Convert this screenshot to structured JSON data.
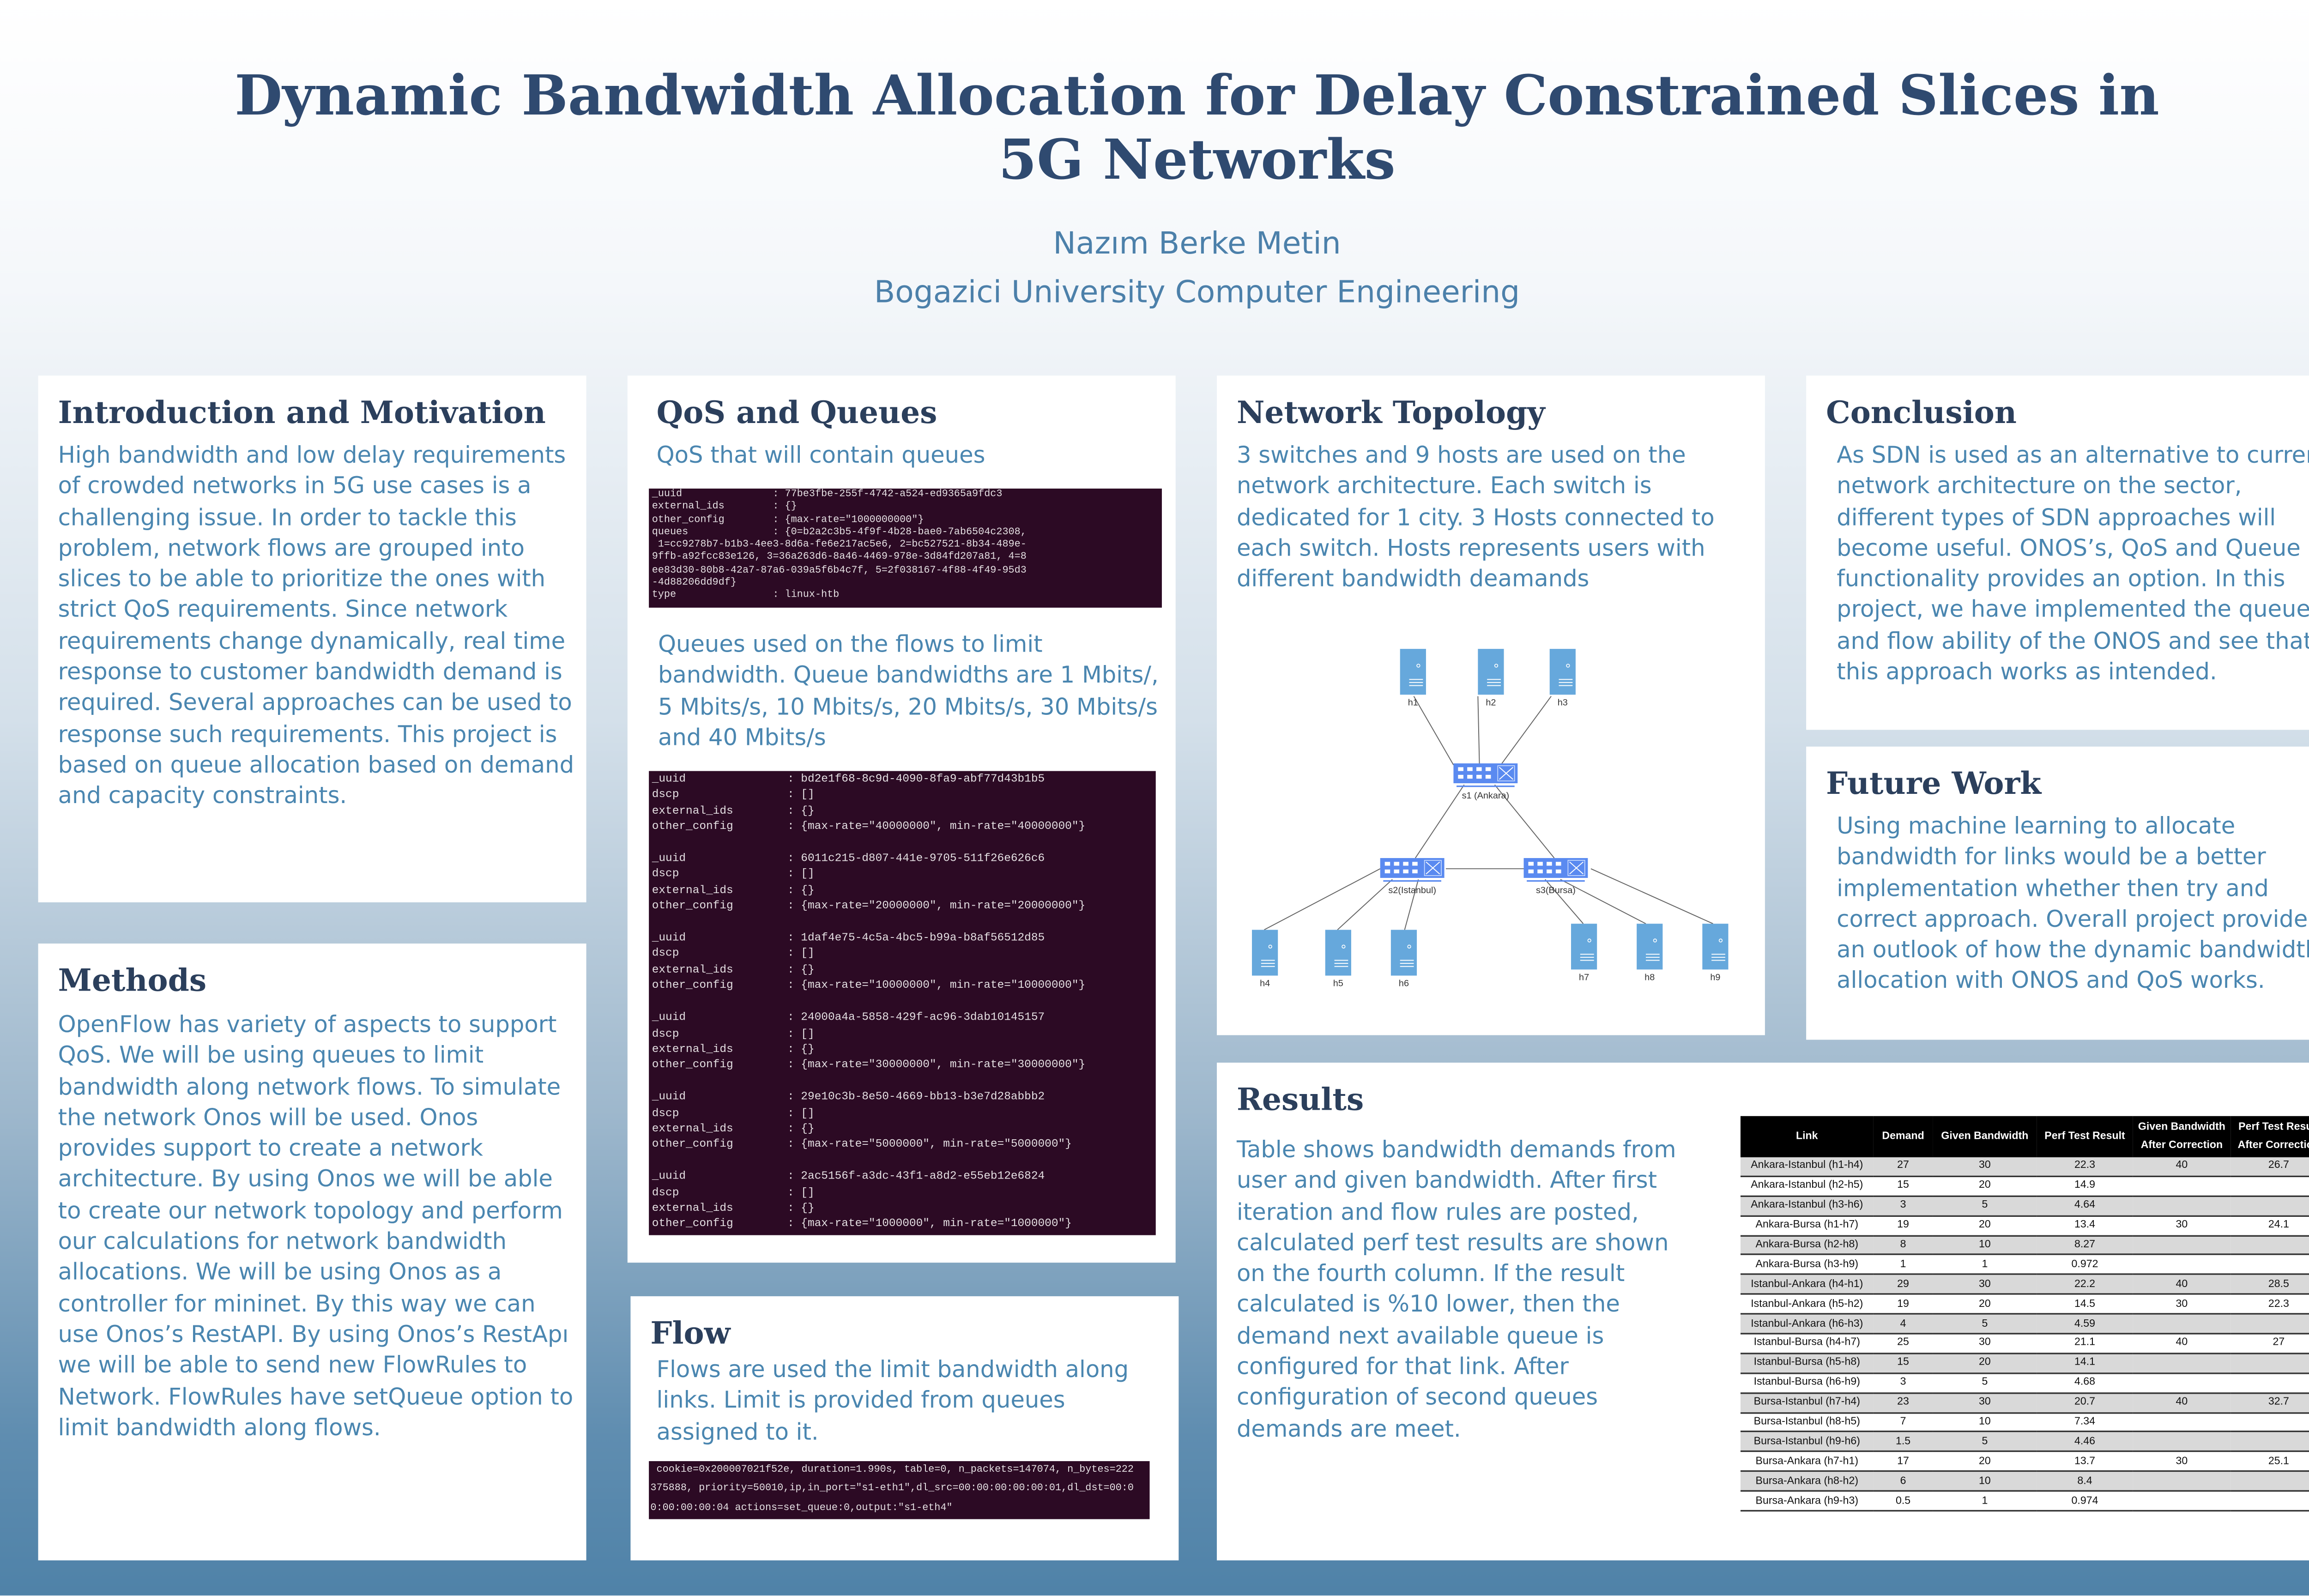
{
  "header": {
    "title_line1": "Dynamic Bandwidth Allocation for Delay Constrained Slices in",
    "title_line2": "5G Networks",
    "author": "Nazım Berke Metin",
    "affiliation": "Bogazici University Computer Engineering"
  },
  "intro": {
    "heading": "Introduction and Motivation",
    "text": "High bandwidth and low delay requirements of crowded networks in 5G use cases is a challenging issue. In order to tackle this problem, network flows are grouped into slices to be able to prioritize the ones with strict QoS requirements. Since network requirements change dynamically, real time response to customer bandwidth demand is required. Several approaches can be used to response such requirements. This project is based on queue allocation based on demand and capacity constraints."
  },
  "methods": {
    "heading": "Methods",
    "text": "OpenFlow has variety of aspects to support QoS. We will be using queues to limit bandwidth along network flows. To simulate the network Onos will be used. Onos provides support to create a network architecture. By using Onos we will be able to create our network topology and perform our calculations for network bandwidth allocations. We will be using Onos as a controller for mininet. By this way we can use Onos’s RestAPI. By using Onos’s RestApı we will be able to send new FlowRules to Network. FlowRules have setQueue option to limit bandwidth along flows."
  },
  "qos": {
    "heading": "QoS and Queues",
    "subtitle": "QoS that will contain queues",
    "terminal1": "_uuid               : 77be3fbe-255f-4742-a524-ed9365a9fdc3\nexternal_ids        : {}\nother_config        : {max-rate=\"1000000000\"}\nqueues              : {0=b2a2c3b5-4f9f-4b28-bae0-7ab6504c2308,\n 1=cc9278b7-b1b3-4ee3-8d6a-fe6e217ac5e6, 2=bc527521-8b34-489e-\n9ffb-a92fcc83e126, 3=36a263d6-8a46-4469-978e-3d84fd207a81, 4=8\nee83d30-80b8-42a7-87a6-039a5f6b4c7f, 5=2f038167-4f88-4f49-95d3\n-4d88206dd9df}\ntype                : linux-htb",
    "text": "Queues used on the flows to limit bandwidth. Queue bandwidths are 1 Mbits/, 5 Mbits/s, 10 Mbits/s, 20 Mbits/s, 30 Mbits/s and 40 Mbits/s",
    "terminal2": "_uuid               : bd2e1f68-8c9d-4090-8fa9-abf77d43b1b5\ndscp                : []\nexternal_ids        : {}\nother_config        : {max-rate=\"40000000\", min-rate=\"40000000\"}\n\n_uuid               : 6011c215-d807-441e-9705-511f26e626c6\ndscp                : []\nexternal_ids        : {}\nother_config        : {max-rate=\"20000000\", min-rate=\"20000000\"}\n\n_uuid               : 1daf4e75-4c5a-4bc5-b99a-b8af56512d85\ndscp                : []\nexternal_ids        : {}\nother_config        : {max-rate=\"10000000\", min-rate=\"10000000\"}\n\n_uuid               : 24000a4a-5858-429f-ac96-3dab10145157\ndscp                : []\nexternal_ids        : {}\nother_config        : {max-rate=\"30000000\", min-rate=\"30000000\"}\n\n_uuid               : 29e10c3b-8e50-4669-bb13-b3e7d28abbb2\ndscp                : []\nexternal_ids        : {}\nother_config        : {max-rate=\"5000000\", min-rate=\"5000000\"}\n\n_uuid               : 2ac5156f-a3dc-43f1-a8d2-e55eb12e6824\ndscp                : []\nexternal_ids        : {}\nother_config        : {max-rate=\"1000000\", min-rate=\"1000000\"}"
  },
  "flow": {
    "heading": "Flow",
    "text": "Flows are used the limit bandwidth along links. Limit is provided from queues assigned to it.",
    "terminal": " cookie=0x200007021f52e, duration=1.990s, table=0, n_packets=147074, n_bytes=222\n375888, priority=50010,ip,in_port=\"s1-eth1\",dl_src=00:00:00:00:00:01,dl_dst=00:0\n0:00:00:00:04 actions=set_queue:0,output:\"s1-eth4\""
  },
  "topology": {
    "heading": "Network Topology",
    "text": "3 switches and 9 hosts are used on the network architecture. Each switch is dedicated for 1 city. 3 Hosts connected to each switch. Hosts represents users with different bandwidth deamands",
    "switches": [
      "s1 (Ankara)",
      "s2(Istanbul)",
      "s3(Bursa)"
    ],
    "hosts": [
      "h1",
      "h2",
      "h3",
      "h4",
      "h5",
      "h6",
      "h7",
      "h8",
      "h9"
    ],
    "host_color": "#66a8dc",
    "switch_color": "#5a8af0"
  },
  "conclusion": {
    "heading": "Conclusion",
    "text": "As SDN is used as an alternative to current network architecture on the sector, different types of SDN approaches will become useful. ONOS’s, QoS and Queue functionality provides an option. In this project, we have implemented the queue and flow ability of the ONOS and see that this approach works as intended."
  },
  "future": {
    "heading": "Future Work",
    "text": "Using machine learning to allocate bandwidth for links would be a better implementation whether then try and correct approach. Overall project provides an outlook of how the dynamic bandwidth allocation with ONOS and QoS works."
  },
  "results": {
    "heading": "Results",
    "text": "Table shows bandwidth demands from user and given bandwidth. After first iteration and flow rules are posted, calculated perf test results are shown on the fourth column. If the result calculated is %10 lower, then the demand next available queue is configured for that link. After configuration of second queues demands are meet.",
    "table": {
      "headers": [
        "Link",
        "Demand",
        "Given Bandwidth",
        "Perf Test Result",
        "Given Bandwidth After Correction",
        "Perf Test Result After Correction"
      ],
      "rows": [
        [
          "Ankara-Istanbul (h1-h4)",
          "27",
          "30",
          "22.3",
          "40",
          "26.7"
        ],
        [
          "Ankara-Istanbul (h2-h5)",
          "15",
          "20",
          "14.9",
          "",
          ""
        ],
        [
          "Ankara-Istanbul (h3-h6)",
          "3",
          "5",
          "4.64",
          "",
          ""
        ],
        [
          "Ankara-Bursa (h1-h7)",
          "19",
          "20",
          "13.4",
          "30",
          "24.1"
        ],
        [
          "Ankara-Bursa (h2-h8)",
          "8",
          "10",
          "8.27",
          "",
          ""
        ],
        [
          "Ankara-Bursa (h3-h9)",
          "1",
          "1",
          "0.972",
          "",
          ""
        ],
        [
          "Istanbul-Ankara (h4-h1)",
          "29",
          "30",
          "22.2",
          "40",
          "28.5"
        ],
        [
          "Istanbul-Ankara (h5-h2)",
          "19",
          "20",
          "14.5",
          "30",
          "22.3"
        ],
        [
          "Istanbul-Ankara (h6-h3)",
          "4",
          "5",
          "4.59",
          "",
          ""
        ],
        [
          "Istanbul-Bursa (h4-h7)",
          "25",
          "30",
          "21.1",
          "40",
          "27"
        ],
        [
          "Istanbul-Bursa (h5-h8)",
          "15",
          "20",
          "14.1",
          "",
          ""
        ],
        [
          "Istanbul-Bursa (h6-h9)",
          "3",
          "5",
          "4.68",
          "",
          ""
        ],
        [
          "Bursa-Istanbul (h7-h4)",
          "23",
          "30",
          "20.7",
          "40",
          "32.7"
        ],
        [
          "Bursa-Istanbul (h8-h5)",
          "7",
          "10",
          "7.34",
          "",
          ""
        ],
        [
          "Bursa-Istanbul (h9-h6)",
          "1.5",
          "5",
          "4.46",
          "",
          ""
        ],
        [
          "Bursa-Ankara (h7-h1)",
          "17",
          "20",
          "13.7",
          "30",
          "25.1"
        ],
        [
          "Bursa-Ankara (h8-h2)",
          "6",
          "10",
          "8.4",
          "",
          ""
        ],
        [
          "Bursa-Ankara (h9-h3)",
          "0.5",
          "1",
          "0.974",
          "",
          ""
        ]
      ]
    }
  }
}
